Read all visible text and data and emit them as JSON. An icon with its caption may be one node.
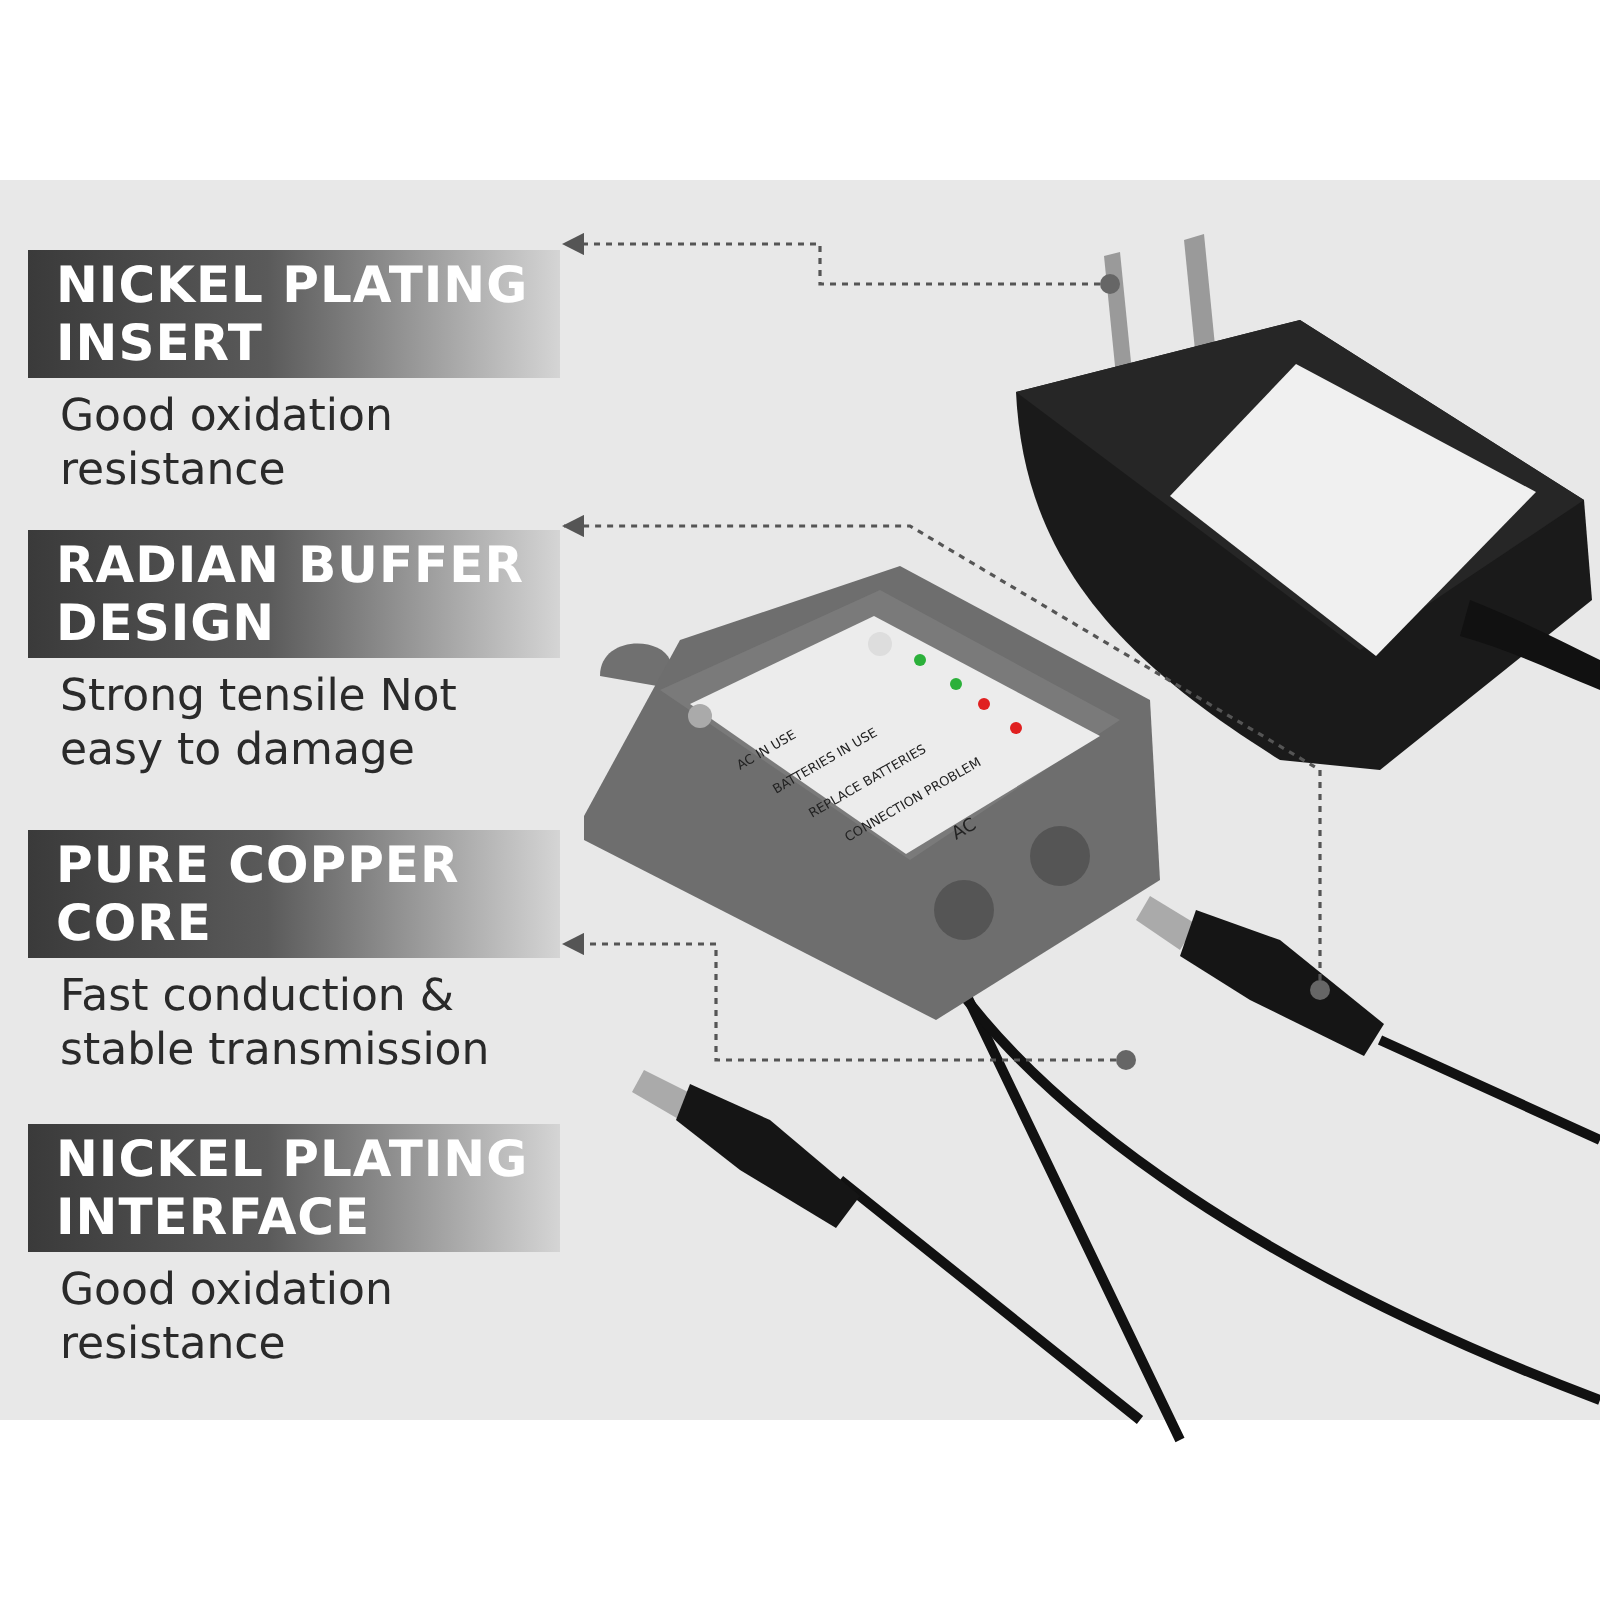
{
  "diagram": {
    "nodes": [
      {
        "text": [
          "NICKEL PLATING INSERT",
          "Good oxidation resistance"
        ]
      },
      {
        "text": [
          "RADIAN BUFFER DESIGN",
          "Strong tensile Not easy to damage"
        ]
      },
      {
        "text": [
          "PURE COPPER CORE",
          "Fast conduction & stable transmission"
        ]
      },
      {
        "text": [
          "NICKEL PLATING INTERFACE",
          "Good oxidation resistance"
        ]
      },
      {
        "text": [],
        "shape": "circle"
      },
      {
        "text": [],
        "shape": "circle"
      },
      {
        "text": [],
        "shape": "circle"
      }
    ],
    "edges": [
      {
        "from": 4,
        "to": 0,
        "arrow": "to",
        "style": "dashed"
      },
      {
        "from": 5,
        "to": 1,
        "arrow": "to",
        "style": "dashed"
      },
      {
        "from": 6,
        "to": 2,
        "arrow": "to",
        "style": "dashed"
      }
    ],
    "labels": [
      "AC IN USE",
      "BATTERIES IN USE",
      "REPLACE BATTERIES",
      "CONNECTION PROBLEM",
      "AC"
    ]
  }
}
